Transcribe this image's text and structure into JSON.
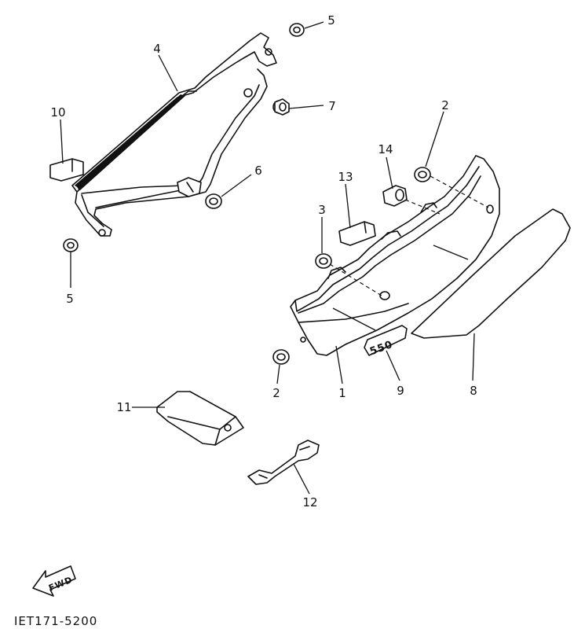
{
  "callouts": {
    "c1": "1",
    "c2a": "2",
    "c2b": "2",
    "c3": "3",
    "c4": "4",
    "c5a": "5",
    "c5b": "5",
    "c6": "6",
    "c7": "7",
    "c8": "8",
    "c9": "9",
    "c10": "10",
    "c11": "11",
    "c12": "12",
    "c13": "13",
    "c14": "14"
  },
  "emblem_text": "550",
  "fwd_label": "FWD",
  "drawing_code": "IET171-5200"
}
